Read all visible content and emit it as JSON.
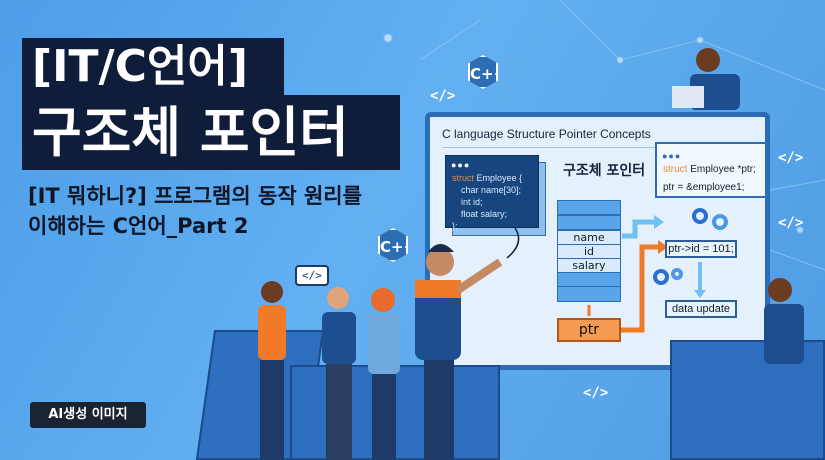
{
  "title": {
    "line1": "[IT/C언어]",
    "line2": "구조체 포인터"
  },
  "subtitle": {
    "line1": "[IT 뭐하니?] 프로그램의 동작 원리를",
    "line2": "이해하는 C언어_Part 2"
  },
  "badge": "AI생성 이미지",
  "board": {
    "title": "C language Structure Pointer Concepts",
    "heading": "구조체 포인터",
    "code_left": {
      "kw": "struct",
      "line1": " Employee {",
      "line2": "char name[30];",
      "line3": "int id;",
      "line4": "float salary;",
      "line5": "};"
    },
    "code_right": {
      "kw": "struct",
      "line1": " Employee *ptr;",
      "line2": "ptr = &employee1;"
    },
    "fields": [
      "name",
      "id",
      "salary"
    ],
    "ptr_label": "ptr",
    "assign": "ptr->id = 101;",
    "update": "data update"
  },
  "code_tags": [
    "</>",
    "</>",
    "</>",
    "</>",
    "</>",
    "</>"
  ],
  "cpp_logo": "C++",
  "colors": {
    "background": "#5aa8ee",
    "title_bg": "#0f1d3a",
    "accent": "#f07a28",
    "board_border": "#2c6cb6"
  }
}
